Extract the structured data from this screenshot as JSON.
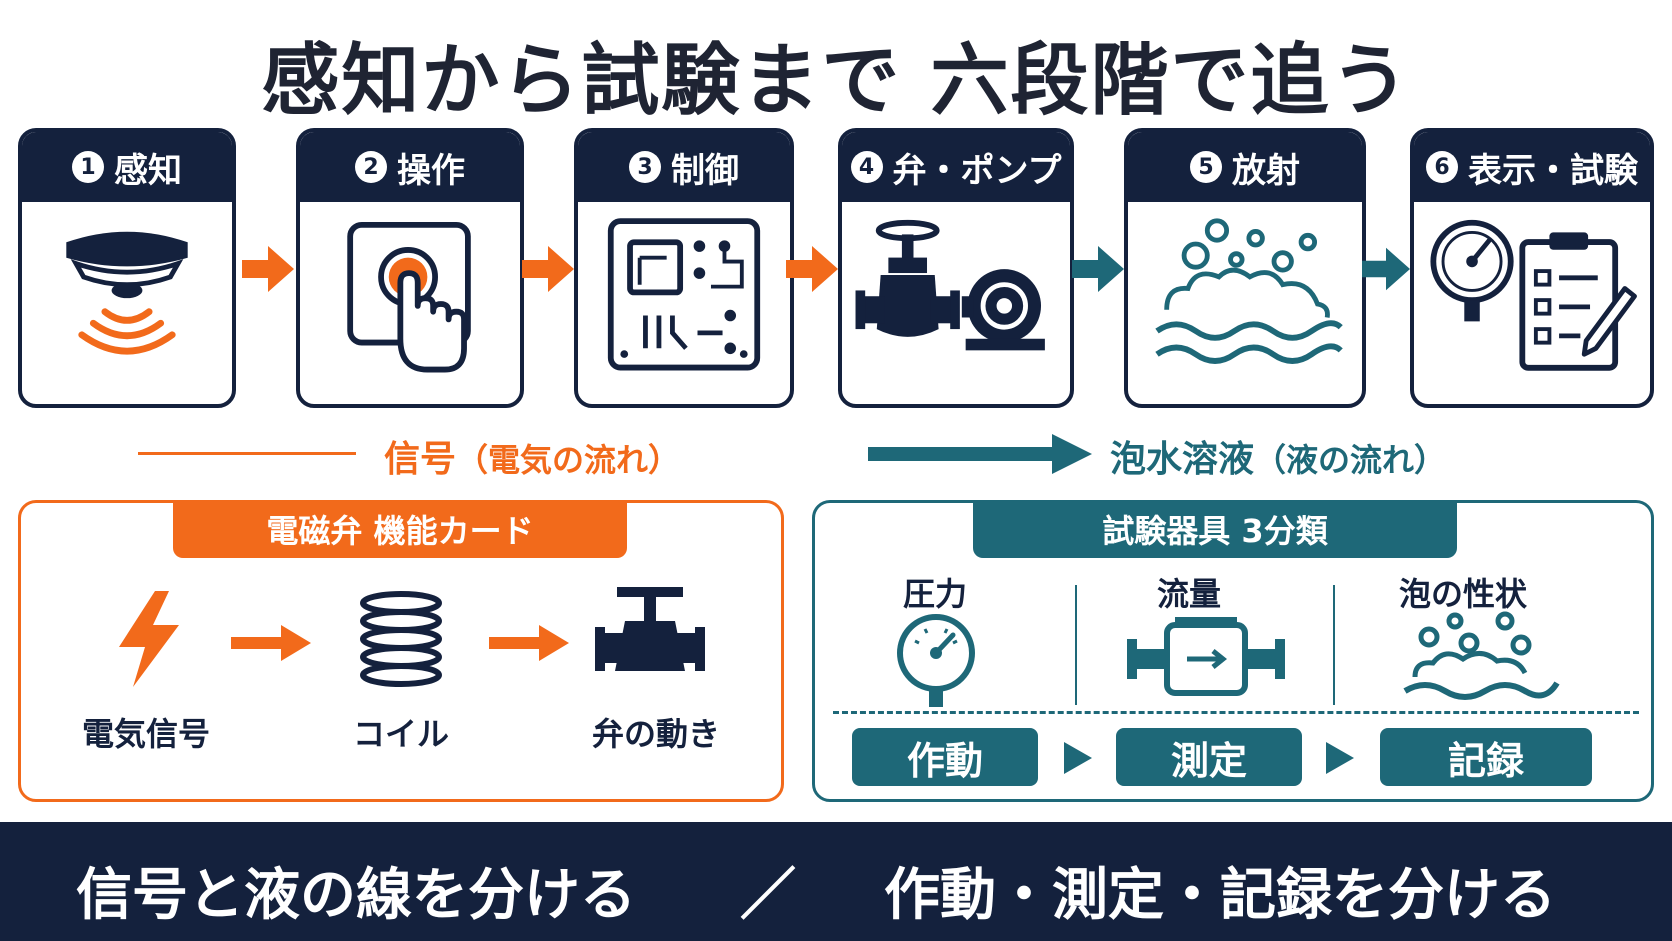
{
  "title": "感知から試験まで 六段階で追う",
  "steps": [
    {
      "num": "1",
      "label": "感知",
      "icon": "smoke-detector-icon"
    },
    {
      "num": "2",
      "label": "操作",
      "icon": "push-button-icon"
    },
    {
      "num": "3",
      "label": "制御",
      "icon": "circuit-board-icon"
    },
    {
      "num": "4",
      "label": "弁・ポンプ",
      "icon": "valve-pump-icon"
    },
    {
      "num": "5",
      "label": "放射",
      "icon": "foam-discharge-icon"
    },
    {
      "num": "6",
      "label": "表示・試験",
      "icon": "gauge-checklist-icon"
    }
  ],
  "flows": {
    "signal": {
      "label": "信号",
      "paren": "（電気の流れ）"
    },
    "liquid": {
      "label": "泡水溶液",
      "paren": "（液の流れ）"
    }
  },
  "solenoid_card": {
    "title": "電磁弁 機能カード",
    "items": [
      {
        "label": "電気信号",
        "icon": "lightning-icon"
      },
      {
        "label": "コイル",
        "icon": "coil-icon"
      },
      {
        "label": "弁の動き",
        "icon": "valve-icon"
      }
    ]
  },
  "test_card": {
    "title": "試験器具 3分類",
    "categories": [
      {
        "label": "圧力",
        "icon": "pressure-gauge-icon"
      },
      {
        "label": "流量",
        "icon": "flow-meter-icon"
      },
      {
        "label": "泡の性状",
        "icon": "foam-icon"
      }
    ],
    "process": [
      "作動",
      "測定",
      "記録"
    ]
  },
  "footer": {
    "left": "信号と液の線を分ける",
    "separator": "／",
    "right": "作動・測定・記録を分ける"
  },
  "colors": {
    "navy": "#14213d",
    "orange": "#f26a1b",
    "teal": "#1e6878"
  }
}
